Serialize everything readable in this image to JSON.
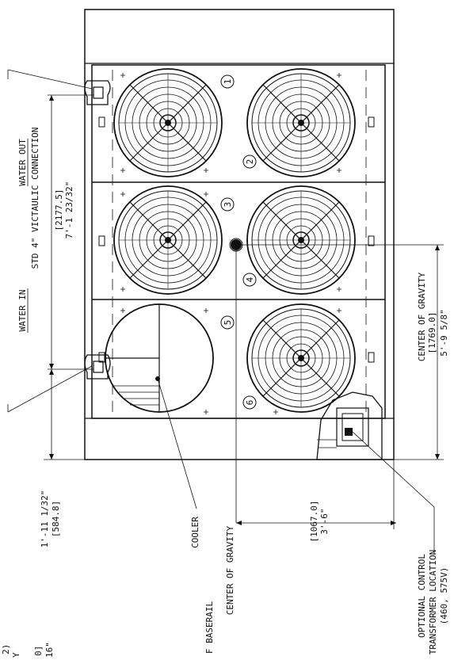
{
  "labels": {
    "water_out": "WATER OUT",
    "connection": "STD 4\" VICTAULIC CONNECTION",
    "conn_mm": "[2177.5]",
    "conn_ft": "7'-1 23/32\"",
    "water_in": "WATER IN",
    "left_ft": "1'-11 1/32\"",
    "left_mm": "[584.8]",
    "cooler": "COOLER",
    "cg_label": "CENTER OF GRAVITY",
    "cg_mm": "[1067.0]",
    "cg_ft": "3'-6\"",
    "cg2_label": "CENTER OF GRAVITY",
    "cg2_mm": "[1769.0]",
    "cg2_ft": "5'-9 5/8\"",
    "xfmr_1": "OPTIONAL CONTROL",
    "xfmr_2": "TRANSFORMER LOCATION",
    "xfmr_3": "(460, 575V)",
    "baserail": "F BASERAIL",
    "frag_1": "2)",
    "frag_2": "Y",
    "frag_3": "0]",
    "frag_4": "16\""
  },
  "fan_numbers": [
    "1",
    "2",
    "3",
    "4",
    "5",
    "6"
  ]
}
